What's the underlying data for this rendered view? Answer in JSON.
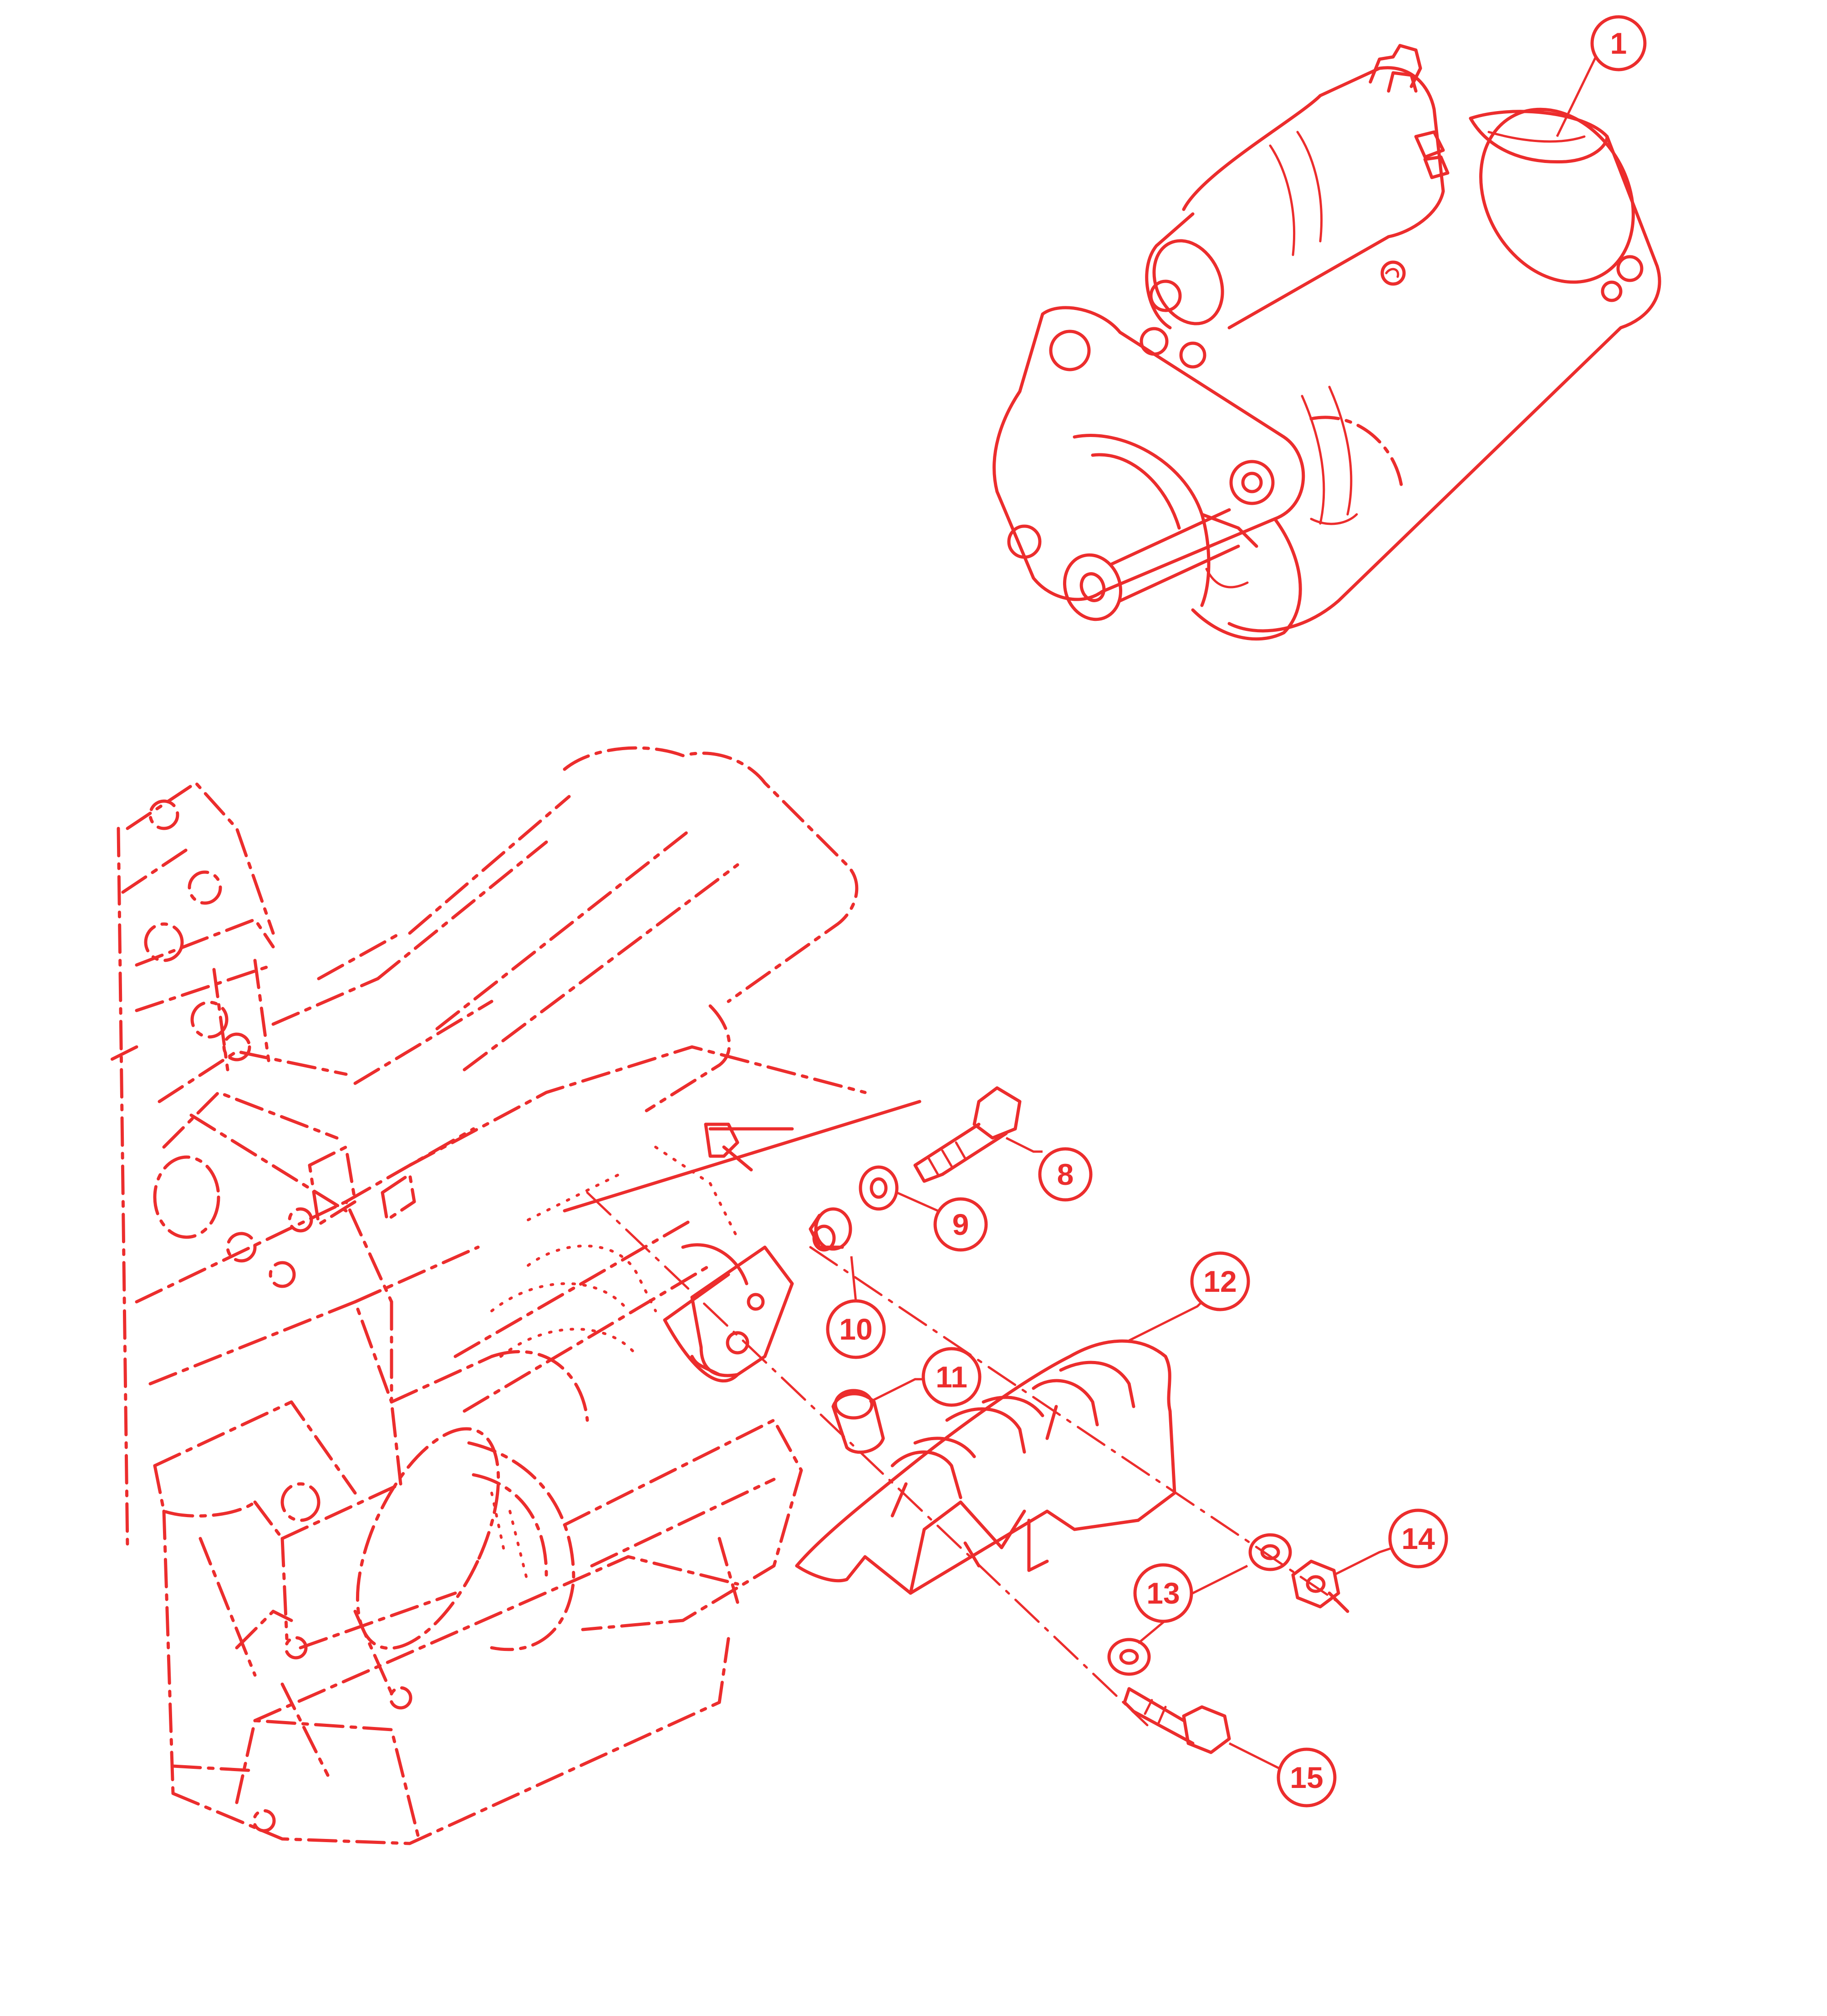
{
  "diagram": {
    "ink_color": "#ec2d2d",
    "background": "#ffffff",
    "callouts": [
      {
        "id": "1",
        "label": "1"
      },
      {
        "id": "8",
        "label": "8"
      },
      {
        "id": "9",
        "label": "9"
      },
      {
        "id": "10",
        "label": "10"
      },
      {
        "id": "11",
        "label": "11"
      },
      {
        "id": "12",
        "label": "12"
      },
      {
        "id": "13",
        "label": "13"
      },
      {
        "id": "14",
        "label": "14"
      },
      {
        "id": "15",
        "label": "15"
      }
    ]
  }
}
